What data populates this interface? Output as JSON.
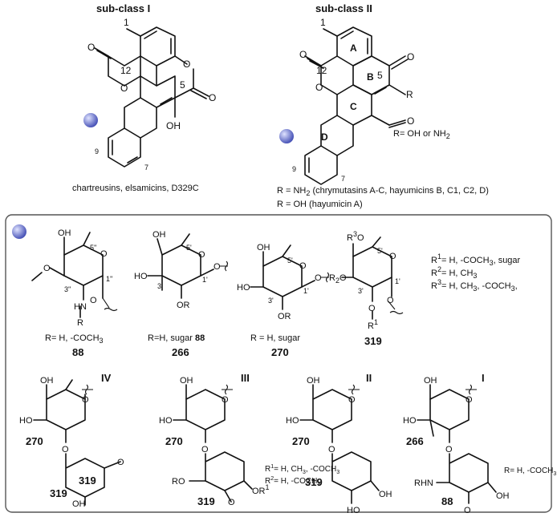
{
  "header": {
    "subclass1_title": "sub-class I",
    "subclass2_title": "sub-class II"
  },
  "subclass1": {
    "atom_labels": {
      "n1": "1",
      "n12": "12",
      "n5": "5",
      "n9": "9",
      "n7": "7"
    },
    "substituent": "OH",
    "caption": "chartreusins, elsamicins, D329C"
  },
  "subclass2": {
    "atom_labels": {
      "n1": "1",
      "n12": "12",
      "n5": "5",
      "n9": "9",
      "n7": "7"
    },
    "ring_labels": {
      "A": "A",
      "B": "B",
      "C": "C",
      "D": "D"
    },
    "r_group": "R",
    "r_def": "R= OH or NH",
    "r_def_sub": "2",
    "caption_line1_pre": "R = NH",
    "caption_line1_sub": "2",
    "caption_line1_post": " (chrymutasins A-C, hayumicins B, C1, C2, D)",
    "caption_line2": "R = OH (hayumicin A)"
  },
  "sugars": {
    "s88": {
      "id": "88",
      "r_def": "R= H, -COCH",
      "r_def_sub": "3",
      "atoms": [
        "OH",
        "O",
        "O",
        "HN",
        "R",
        "O"
      ],
      "pos": [
        "5''",
        "1''",
        "3''"
      ]
    },
    "s266": {
      "id": "266",
      "r_def_pre": "R=H, sugar ",
      "r_def_bold": "88",
      "atoms": [
        "OH",
        "O",
        "HO",
        "OR",
        "O"
      ],
      "pos": [
        "5'",
        "1'",
        "3'"
      ]
    },
    "s270": {
      "id": "270",
      "r_def": "R = H, sugar",
      "atoms": [
        "OH",
        "O",
        "HO",
        "OR",
        "O"
      ],
      "pos": [
        "5'",
        "1'",
        "3'"
      ]
    },
    "s319": {
      "id": "319",
      "atoms": [
        "R",
        "3",
        "O",
        "R",
        "2",
        "O",
        "O",
        "O",
        "R",
        "1"
      ],
      "pos": [
        "5'",
        "1'",
        "3'"
      ],
      "r1_def": "R",
      "r1_sup": "1",
      "r1_val": "= H, -COCH",
      "r1_sub": "3",
      "r1_tail": ", sugar",
      "r2_def": "R",
      "r2_sup": "2",
      "r2_val": "= H, CH",
      "r2_sub": "3",
      "r3_def": "R",
      "r3_sup": "3",
      "r3_val": "= H, CH",
      "r3_sub": "3",
      "r3_tail": ", -COCH",
      "r3_sub2": "3",
      "r3_end": ","
    }
  },
  "oligos": {
    "IV": {
      "roman": "IV",
      "ids": [
        "270",
        "319",
        "319"
      ]
    },
    "III": {
      "roman": "III",
      "ids": [
        "270",
        "319"
      ],
      "r1_def": "R",
      "r1_sup": "1",
      "r1_val": "= H, CH",
      "r1_sub": "3",
      "r1_tail": ", -COCH",
      "r1_sub2": "3",
      "r2_def": "R",
      "r2_sup": "2",
      "r2_val": "= H, -COCH",
      "r2_sub": "3"
    },
    "II": {
      "roman": "II",
      "ids": [
        "270",
        "319"
      ]
    },
    "I": {
      "roman": "I",
      "ids": [
        "266",
        "88"
      ],
      "r_def": "R= H, -COCH",
      "r_def_sub": "3"
    }
  },
  "common": {
    "OH": "OH",
    "HO": "HO",
    "O": "O",
    "RO": "RO",
    "OR": "OR",
    "RHN": "RHN",
    "R": "R",
    "OR1": "OR"
  },
  "colors": {
    "sphere": "#4a55b8",
    "sphere_highlight": "#dfe3ff",
    "frame": "#555555"
  }
}
